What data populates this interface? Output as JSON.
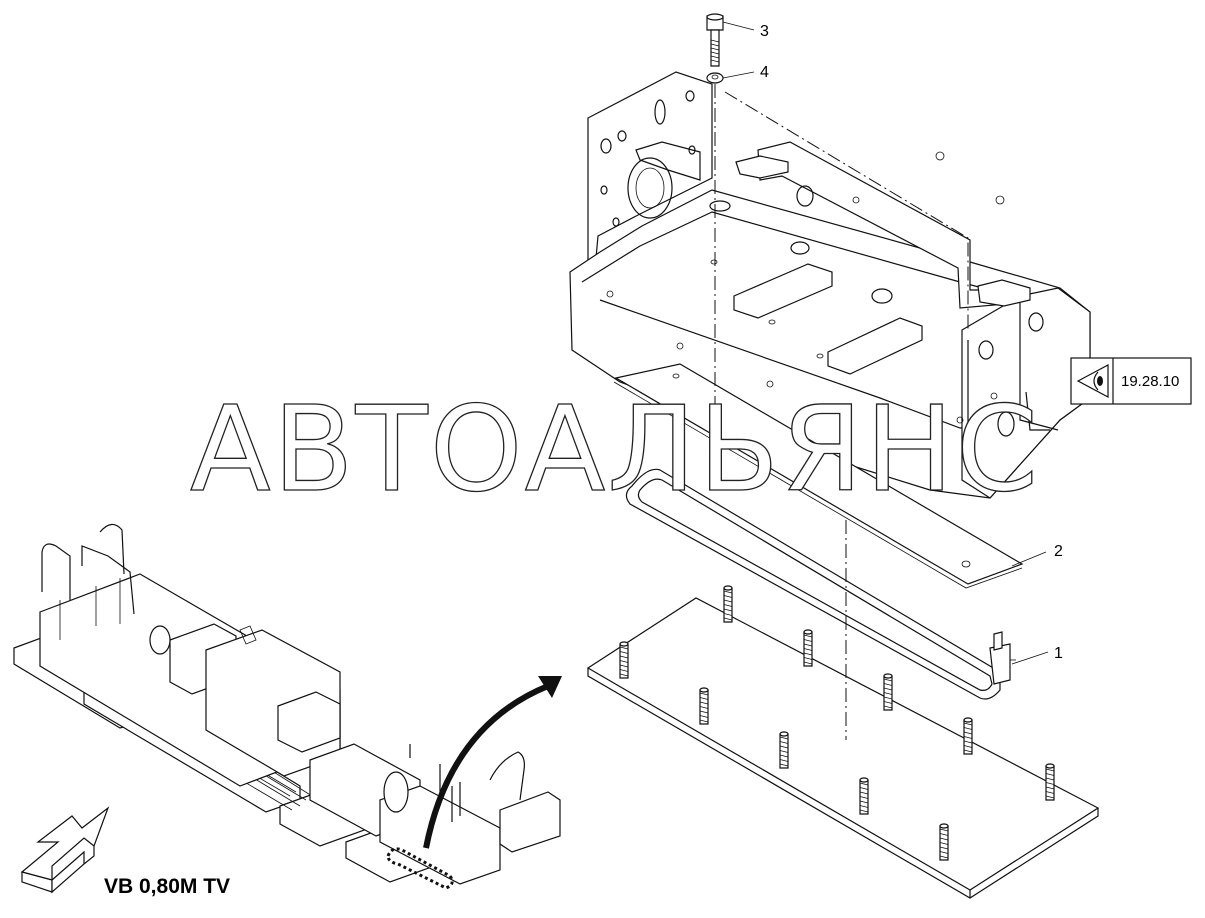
{
  "callouts": {
    "c1": "1",
    "c2": "2",
    "c3": "3",
    "c4": "4"
  },
  "reference": {
    "text": "19.28.10",
    "icon": "eye-view-icon"
  },
  "machine_label": "VB 0,80M TV",
  "watermark": "АВТОАЛЬЯНС",
  "icons": [
    "eye-view-icon",
    "direction-arrow-icon",
    "transition-arrow-icon"
  ]
}
